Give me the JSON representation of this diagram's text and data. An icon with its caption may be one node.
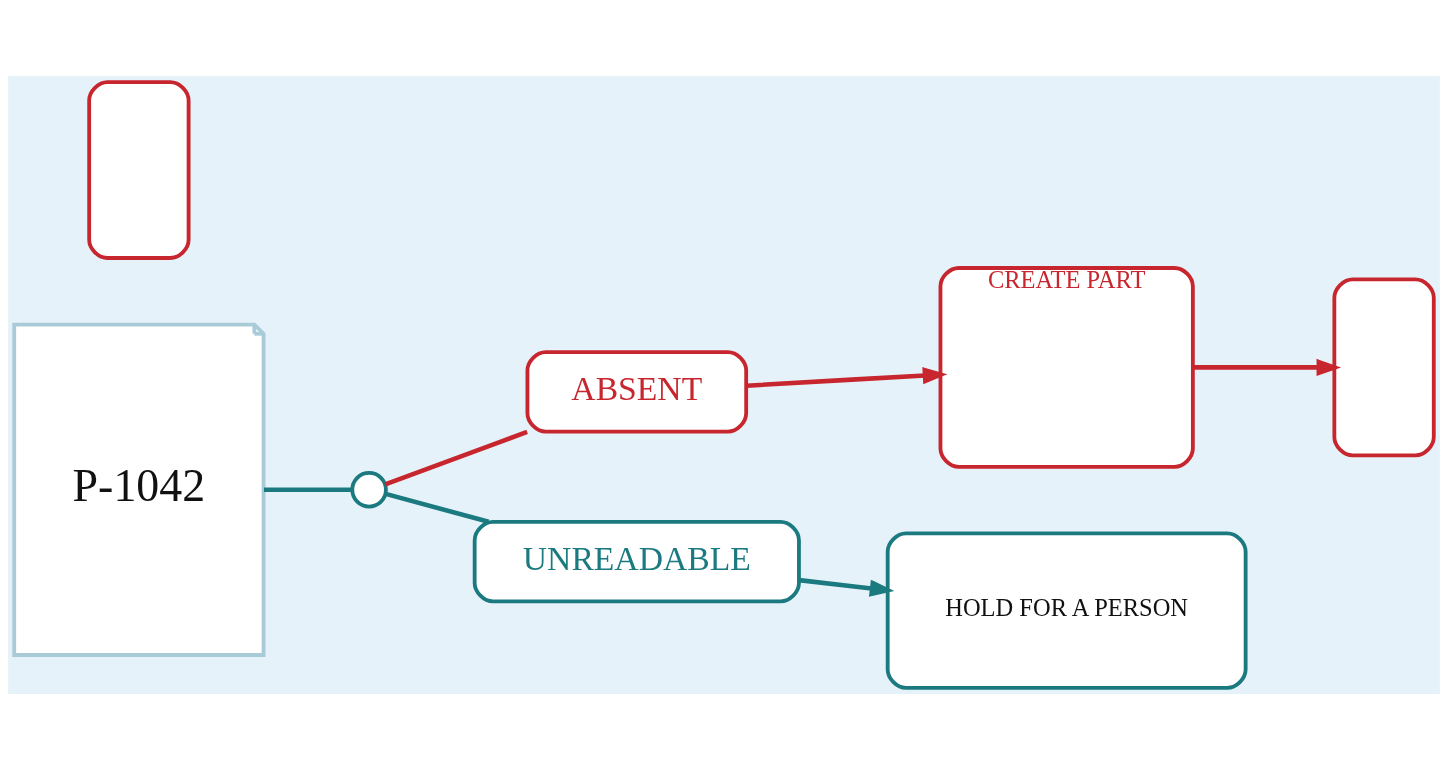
{
  "diagram": {
    "nodes": [
      {
        "text": [
          "P-1042"
        ]
      },
      {
        "text": [],
        "shape": "circle"
      },
      {
        "text": [
          "ABSENT"
        ]
      },
      {
        "text": [
          "CREATE PART"
        ]
      },
      {
        "text": [],
        "shape": "box"
      },
      {
        "text": [],
        "shape": "box"
      },
      {
        "text": [
          "UNREADABLE"
        ]
      },
      {
        "text": [
          "HOLD FOR A PERSON"
        ]
      }
    ],
    "edges": [
      {
        "from": 0,
        "to": 1,
        "arrow": "none",
        "color": "#1a7a80"
      },
      {
        "from": 1,
        "to": 2,
        "arrow": "none",
        "color": "#c8262e"
      },
      {
        "from": 1,
        "to": 6,
        "arrow": "none",
        "color": "#1a7a80"
      },
      {
        "from": 2,
        "to": 3,
        "arrow": "to",
        "color": "#c8262e"
      },
      {
        "from": 3,
        "to": 4,
        "arrow": "to",
        "color": "#c8262e"
      },
      {
        "from": 6,
        "to": 7,
        "arrow": "to",
        "color": "#1a7a80"
      }
    ]
  }
}
